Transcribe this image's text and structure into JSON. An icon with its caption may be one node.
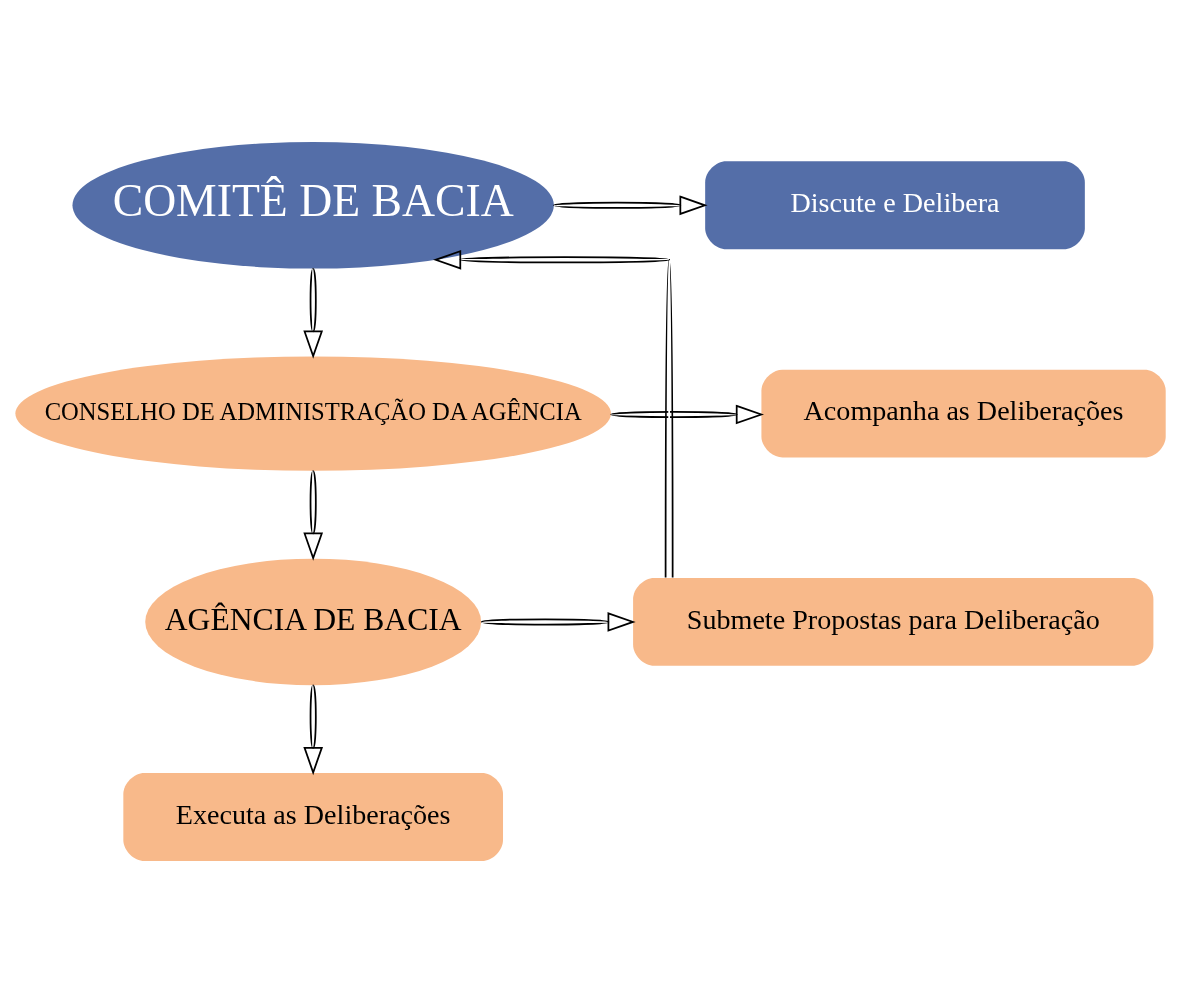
{
  "diagram": {
    "nodes": [
      {
        "text": [
          "COMITÊ DE BACIA"
        ]
      },
      {
        "text": [
          "Discute e Delibera"
        ]
      },
      {
        "text": [
          "CONSELHO DE ADMINISTRAÇÃO DA AGÊNCIA"
        ]
      },
      {
        "text": [
          "Acompanha as Deliberações"
        ]
      },
      {
        "text": [
          "AGÊNCIA DE BACIA"
        ]
      },
      {
        "text": [
          "Submete Propostas para Deliberação"
        ]
      },
      {
        "text": [
          "Executa as Deliberações"
        ]
      }
    ],
    "edges": [
      {
        "from": 0,
        "to": 1,
        "arrow": "to"
      },
      {
        "from": 0,
        "to": 2,
        "arrow": "to"
      },
      {
        "from": 2,
        "to": 3,
        "arrow": "to"
      },
      {
        "from": 2,
        "to": 4,
        "arrow": "to"
      },
      {
        "from": 4,
        "to": 5,
        "arrow": "to"
      },
      {
        "from": 4,
        "to": 6,
        "arrow": "to"
      },
      {
        "from": 5,
        "to": 0,
        "arrow": "to"
      }
    ]
  }
}
